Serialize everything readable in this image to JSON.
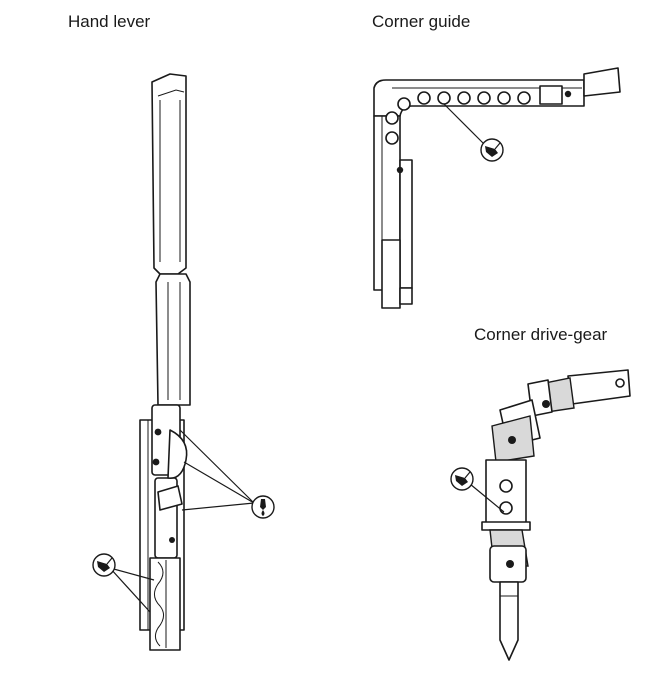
{
  "labels": {
    "hand_lever": "Hand lever",
    "corner_guide": "Corner guide",
    "corner_drive_gear": "Corner drive-gear"
  },
  "icons": {
    "grease": "grease-brush-icon",
    "oil": "oil-drop-icon"
  },
  "colors": {
    "line": "#1a1a1a",
    "background": "#ffffff"
  }
}
